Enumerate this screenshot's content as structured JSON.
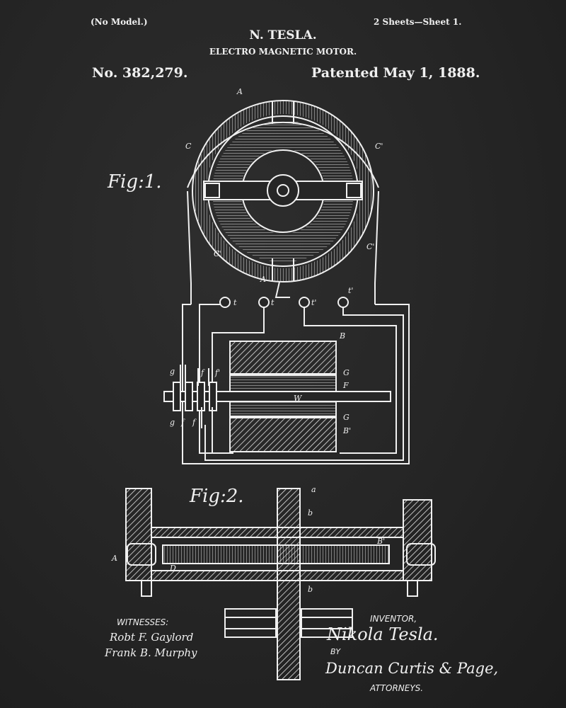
{
  "header": {
    "model_note": "(No Model.)",
    "sheets": "2 Sheets—Sheet 1.",
    "inventor_name": "N. TESLA.",
    "title": "ELECTRO MAGNETIC MOTOR.",
    "patent_number": "No. 382,279.",
    "patent_date": "Patented May 1, 1888."
  },
  "figures": {
    "fig1_label": "Fig:1.",
    "fig2_label": "Fig:2.",
    "fig1_parts": [
      "A",
      "C",
      "C'",
      "C'",
      "C'",
      "A",
      "t",
      "t",
      "t'",
      "t'",
      "B",
      "G",
      "F",
      "W",
      "G",
      "B'",
      "g",
      "g",
      "f",
      "f'",
      "f",
      "f"
    ],
    "fig2_parts": [
      "a",
      "b",
      "B'",
      "A",
      "D",
      "b"
    ]
  },
  "footer": {
    "witnesses_label": "WITNESSES:",
    "witness_1": "Robt F. Gaylord",
    "witness_2": "Frank B. Murphy",
    "inventor_label": "INVENTOR,",
    "inventor_signature": "Nikola Tesla.",
    "by_label": "BY",
    "attorneys_signature": "Duncan Curtis & Page,",
    "attorneys_label": "ATTORNEYS."
  },
  "colors": {
    "background": "#262626",
    "ink": "#f0f0f0"
  }
}
